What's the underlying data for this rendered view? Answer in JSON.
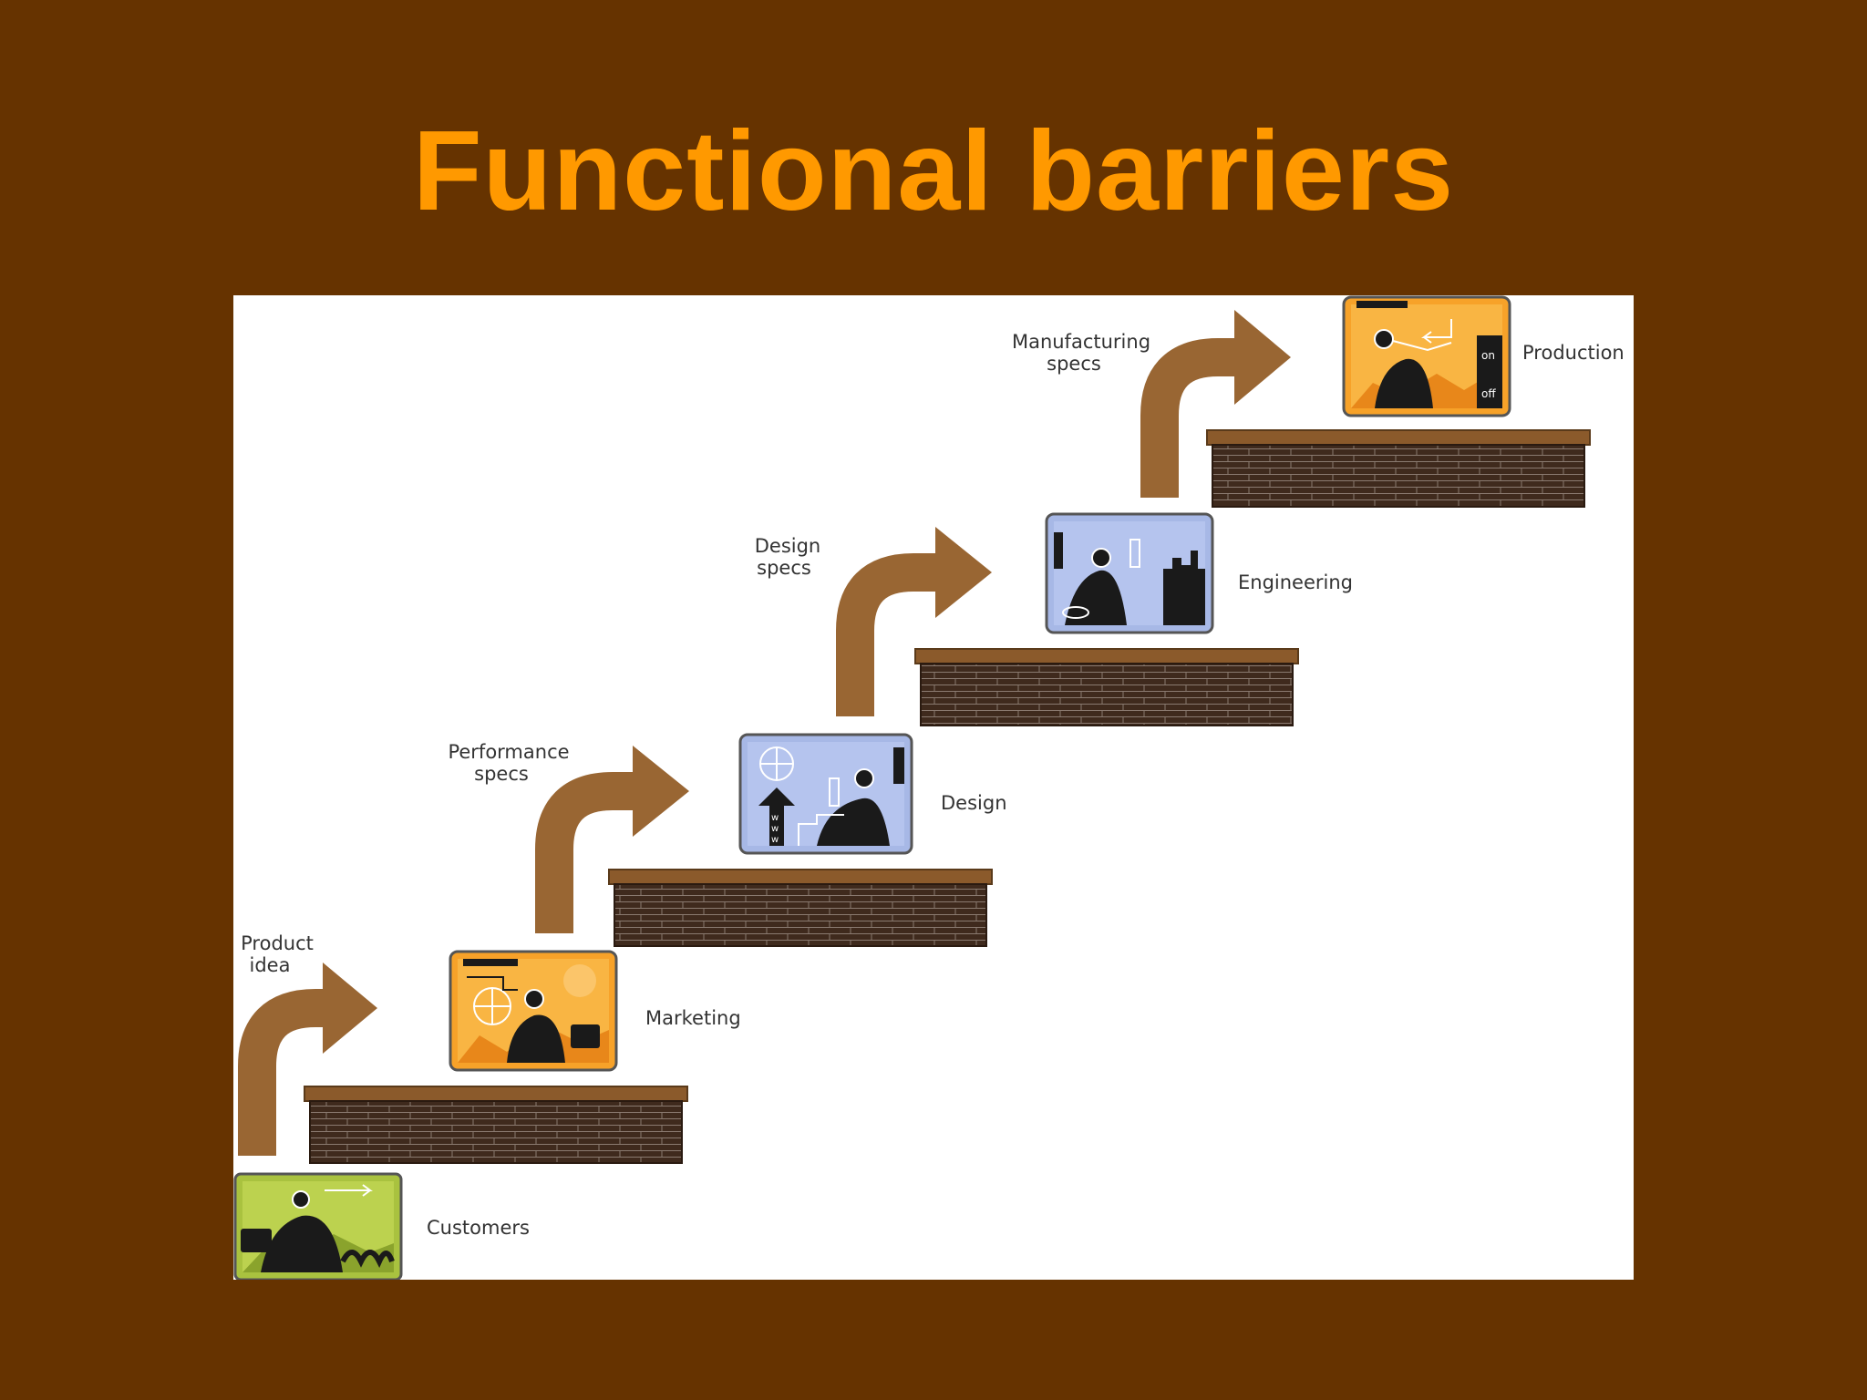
{
  "title": "Functional barriers",
  "colors": {
    "background": "#663300",
    "title": "#ff9900",
    "arrow": "#996633",
    "wall": "#3f2a1d",
    "orange_panel": "#f7a229",
    "blue_panel": "#a7b8e6",
    "green_panel": "#a9c23f"
  },
  "stages": [
    {
      "label": "Customers",
      "icon": "customers-icon"
    },
    {
      "label": "Marketing",
      "icon": "marketing-icon"
    },
    {
      "label": "Design",
      "icon": "design-icon"
    },
    {
      "label": "Engineering",
      "icon": "engineering-icon"
    },
    {
      "label": "Production",
      "icon": "production-icon"
    }
  ],
  "handoffs": [
    {
      "line1": "Product",
      "line2": "idea"
    },
    {
      "line1": "Performance",
      "line2": "specs"
    },
    {
      "line1": "Design",
      "line2": "specs"
    },
    {
      "line1": "Manufacturing",
      "line2": "specs"
    }
  ],
  "switch": {
    "on": "on",
    "off": "off"
  },
  "www_letters": [
    "w",
    "w",
    "w"
  ]
}
